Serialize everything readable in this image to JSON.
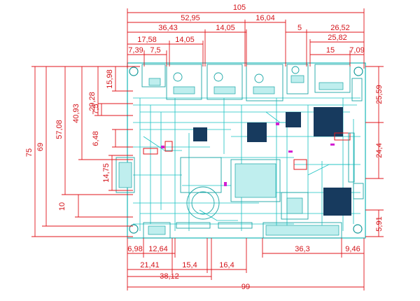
{
  "dimensions": {
    "top": [
      "105",
      "52,95",
      "16,04",
      "36,43",
      "14,05",
      "5",
      "26,52",
      "25,82",
      "17,58",
      "14,05",
      "7,39",
      "7,5",
      "15",
      "7,09"
    ],
    "left": [
      "75",
      "69",
      "57,08",
      "40,93",
      "29,28",
      "15,98",
      "7,5",
      "6,48",
      "14,75",
      "10"
    ],
    "right": [
      "25,59",
      "24,4",
      "5,91"
    ],
    "bottom": [
      "6,98",
      "12,64",
      "21,41",
      "15,4",
      "16,4",
      "38,12",
      "36,3",
      "9,46",
      "99"
    ]
  },
  "colors": {
    "dimension": "#e0151b",
    "outline": "#17b7b7",
    "components": "#1aa6a6",
    "chip": "#173a5e",
    "highlight": "#d21fd2"
  }
}
